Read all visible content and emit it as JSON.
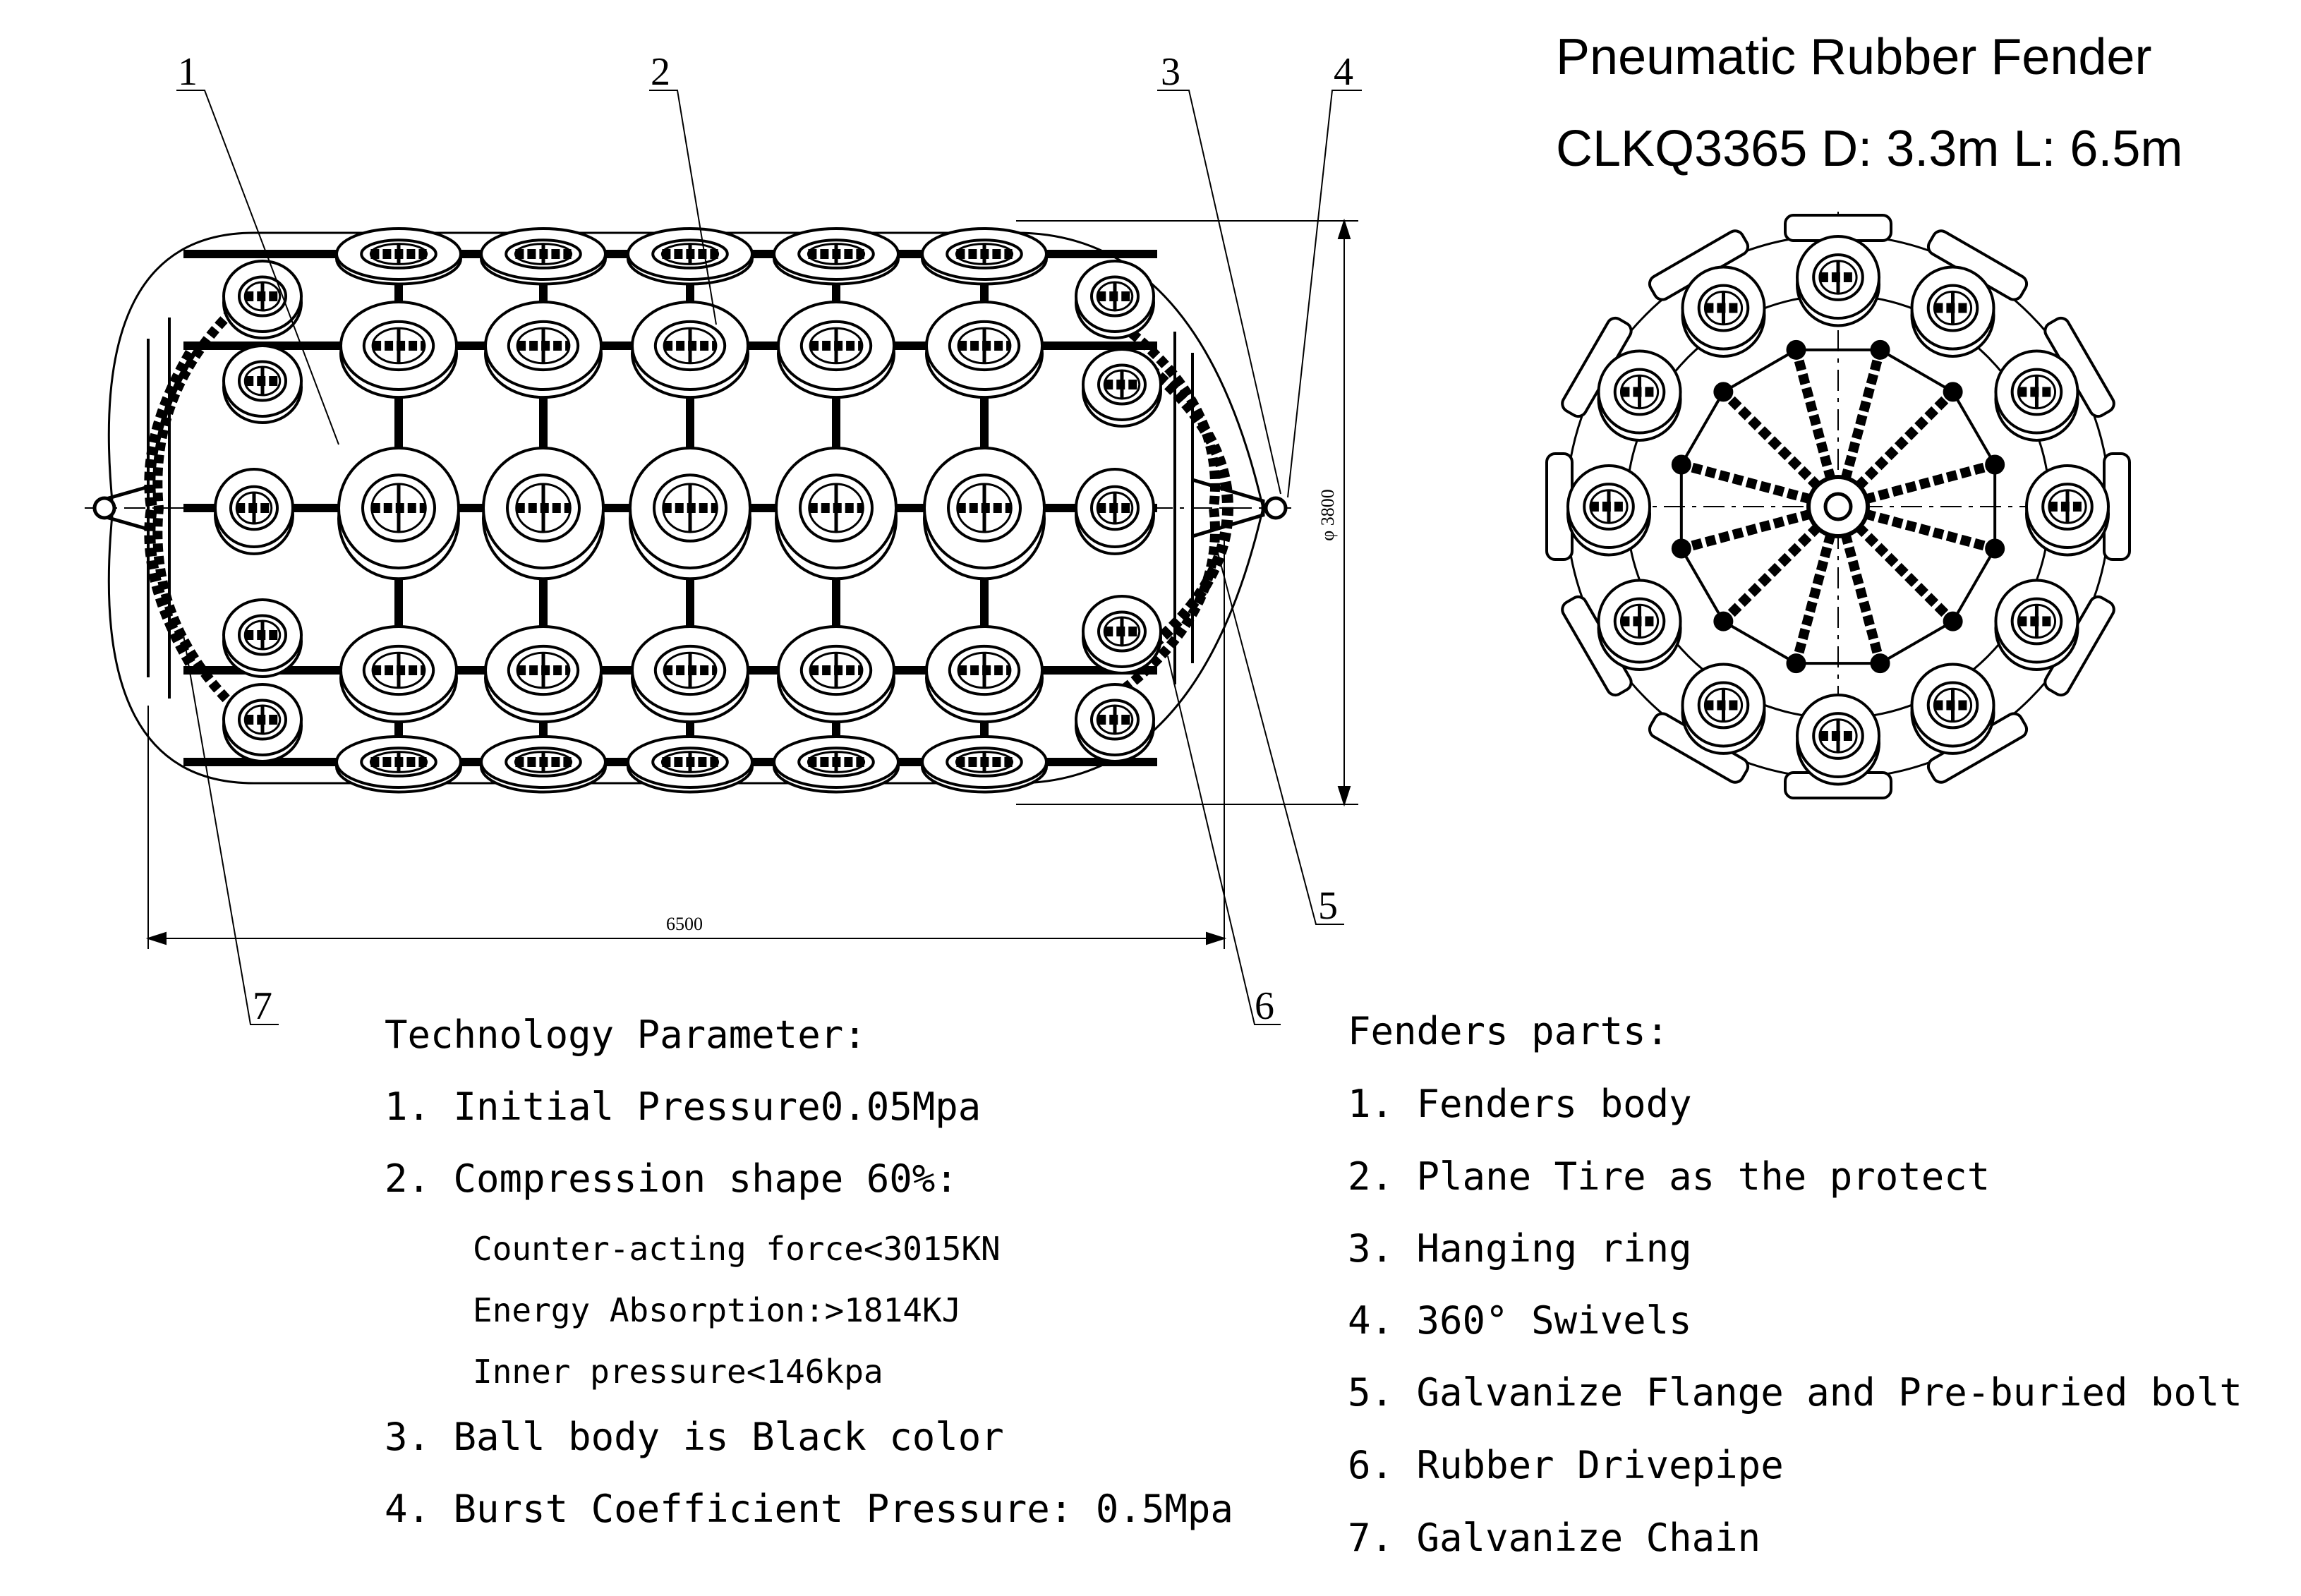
{
  "title": {
    "line1": "Pneumatic Rubber Fender",
    "line2": "CLKQ3365  D: 3.3m  L: 6.5m"
  },
  "callouts": [
    "1",
    "2",
    "3",
    "4",
    "5",
    "6",
    "7"
  ],
  "dimensions": {
    "length": "6500",
    "diameter": "φ 3800"
  },
  "technology": {
    "heading": "Technology Parameter:",
    "items": [
      "1. Initial Pressure0.05Mpa",
      "2. Compression shape 60%:",
      "Counter-acting force<3015KN",
      "Energy Absorption:>1814KJ",
      "Inner pressure<146kpa",
      "3. Ball body is Black color",
      "4. Burst Coefficient Pressure: 0.5Mpa"
    ]
  },
  "parts": {
    "heading": "Fenders parts:",
    "items": [
      "1. Fenders body",
      "2. Plane Tire as the protect",
      "3. Hanging ring",
      "4. 360° Swivels",
      "5. Galvanize Flange and Pre-buried bolt",
      "6. Rubber Drivepipe",
      "7. Galvanize Chain"
    ]
  },
  "colors": {
    "line": "#000000",
    "tire_fill": "#ffffff",
    "background": "#ffffff"
  }
}
